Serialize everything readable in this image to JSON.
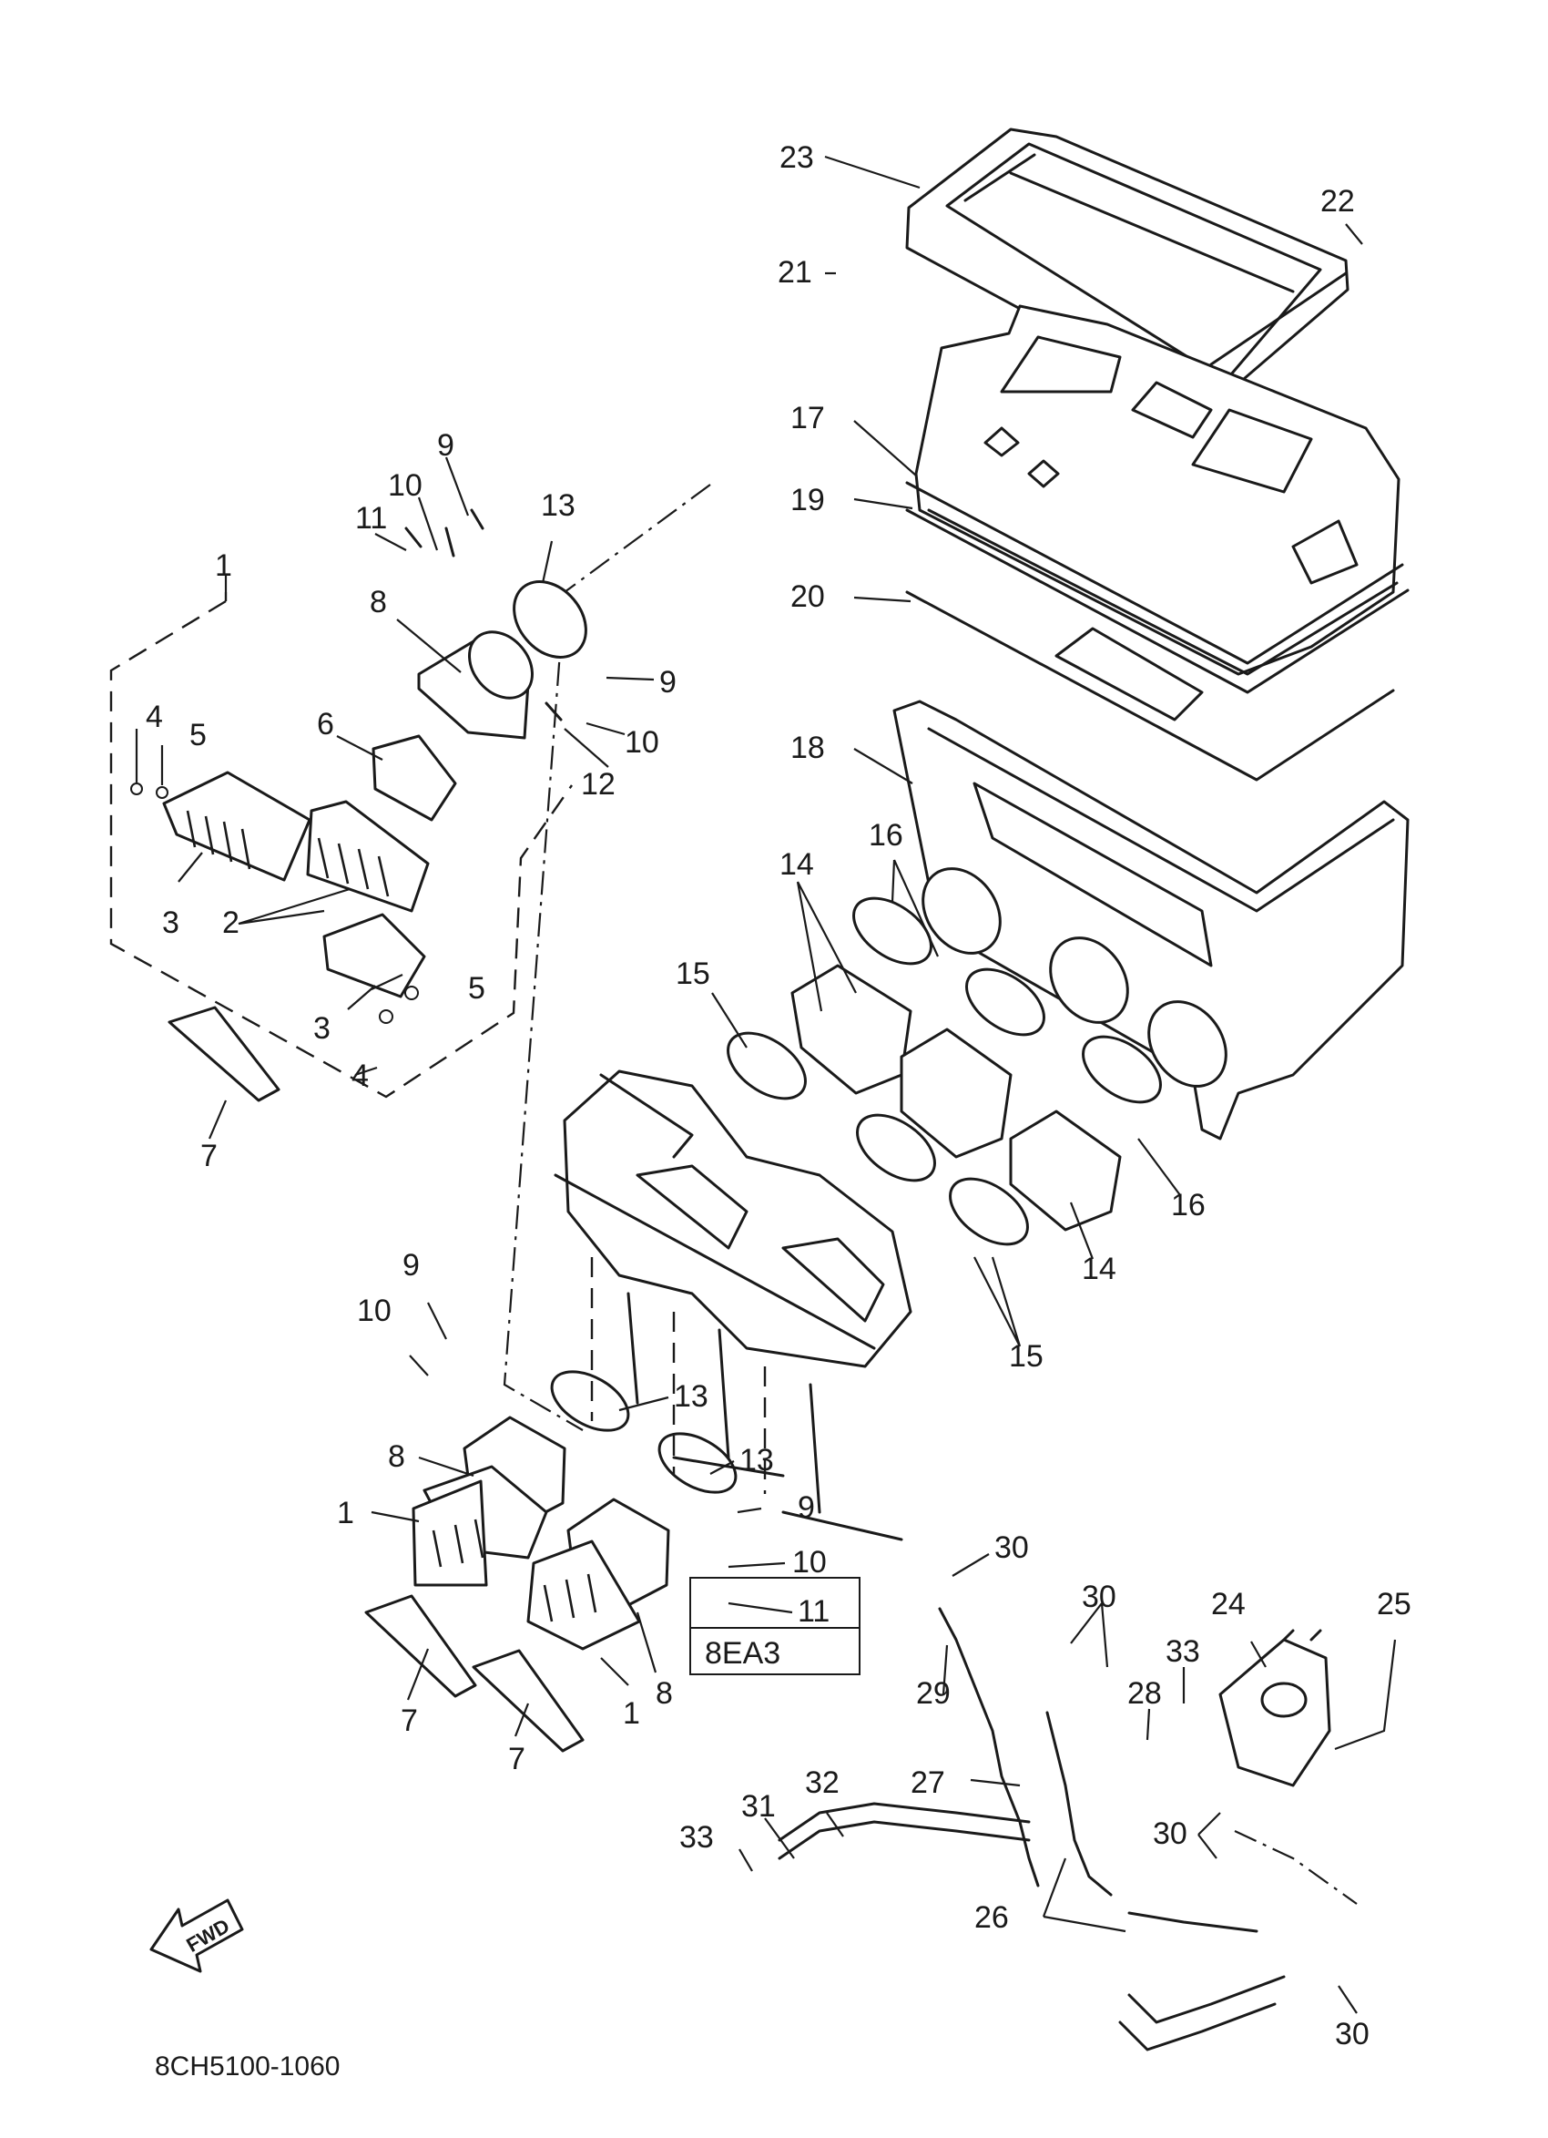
{
  "diagram": {
    "labels": [
      {
        "id": "c1a",
        "text": "1"
      },
      {
        "id": "c4a",
        "text": "4"
      },
      {
        "id": "c5a",
        "text": "5"
      },
      {
        "id": "c6",
        "text": "6"
      },
      {
        "id": "c3a",
        "text": "3"
      },
      {
        "id": "c2",
        "text": "2"
      },
      {
        "id": "c3b",
        "text": "3"
      },
      {
        "id": "c5b",
        "text": "5"
      },
      {
        "id": "c4b",
        "text": "4"
      },
      {
        "id": "c7a",
        "text": "7"
      },
      {
        "id": "c9a",
        "text": "9"
      },
      {
        "id": "c10a",
        "text": "10"
      },
      {
        "id": "c11a",
        "text": "11"
      },
      {
        "id": "c13a",
        "text": "13"
      },
      {
        "id": "c8a",
        "text": "8"
      },
      {
        "id": "c9b",
        "text": "9"
      },
      {
        "id": "c10b",
        "text": "10"
      },
      {
        "id": "c12",
        "text": "12"
      },
      {
        "id": "c23",
        "text": "23"
      },
      {
        "id": "c22",
        "text": "22"
      },
      {
        "id": "c21",
        "text": "21"
      },
      {
        "id": "c17",
        "text": "17"
      },
      {
        "id": "c19",
        "text": "19"
      },
      {
        "id": "c20",
        "text": "20"
      },
      {
        "id": "c18",
        "text": "18"
      },
      {
        "id": "c16a",
        "text": "16"
      },
      {
        "id": "c14a",
        "text": "14"
      },
      {
        "id": "c15a",
        "text": "15"
      },
      {
        "id": "c16b",
        "text": "16"
      },
      {
        "id": "c14b",
        "text": "14"
      },
      {
        "id": "c15b",
        "text": "15"
      },
      {
        "id": "c9c",
        "text": "9"
      },
      {
        "id": "c10c",
        "text": "10"
      },
      {
        "id": "c13b",
        "text": "13"
      },
      {
        "id": "c13c",
        "text": "13"
      },
      {
        "id": "c8b",
        "text": "8"
      },
      {
        "id": "c1b",
        "text": "1"
      },
      {
        "id": "c9d",
        "text": "9"
      },
      {
        "id": "c10d",
        "text": "10"
      },
      {
        "id": "c11b",
        "text": "11"
      },
      {
        "id": "c8c",
        "text": "8"
      },
      {
        "id": "c7b",
        "text": "7"
      },
      {
        "id": "c1c",
        "text": "1"
      },
      {
        "id": "c7c",
        "text": "7"
      },
      {
        "id": "c30a",
        "text": "30"
      },
      {
        "id": "c30b",
        "text": "30"
      },
      {
        "id": "c24",
        "text": "24"
      },
      {
        "id": "c25",
        "text": "25"
      },
      {
        "id": "c33a",
        "text": "33"
      },
      {
        "id": "c28",
        "text": "28"
      },
      {
        "id": "c29",
        "text": "29"
      },
      {
        "id": "c27",
        "text": "27"
      },
      {
        "id": "c31",
        "text": "31"
      },
      {
        "id": "c32",
        "text": "32"
      },
      {
        "id": "c30c",
        "text": "30"
      },
      {
        "id": "c33b",
        "text": "33"
      },
      {
        "id": "c26",
        "text": "26"
      },
      {
        "id": "c30d",
        "text": "30"
      }
    ],
    "model_code_box": "8EA3",
    "fwd_arrow": "FWD",
    "drawing_number": "8CH5100-1060"
  }
}
